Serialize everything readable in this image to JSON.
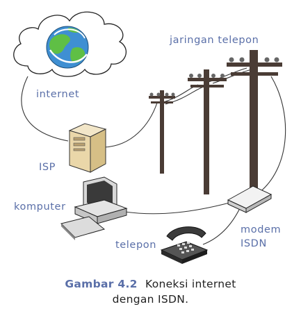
{
  "labels": {
    "internet": "internet",
    "jaringan_telepon": "jaringan telepon",
    "isp": "ISP",
    "komputer": "komputer",
    "telepon": "telepon",
    "modem_line1": "modem",
    "modem_line2": "ISDN"
  },
  "caption": {
    "number": "Gambar 4.2",
    "line1": "Koneksi internet",
    "line2": "dengan ISDN."
  },
  "colors": {
    "label_text": "#5a6fa8",
    "caption_text": "#222222",
    "wire": "#333333",
    "pole": "#4a3c35"
  }
}
